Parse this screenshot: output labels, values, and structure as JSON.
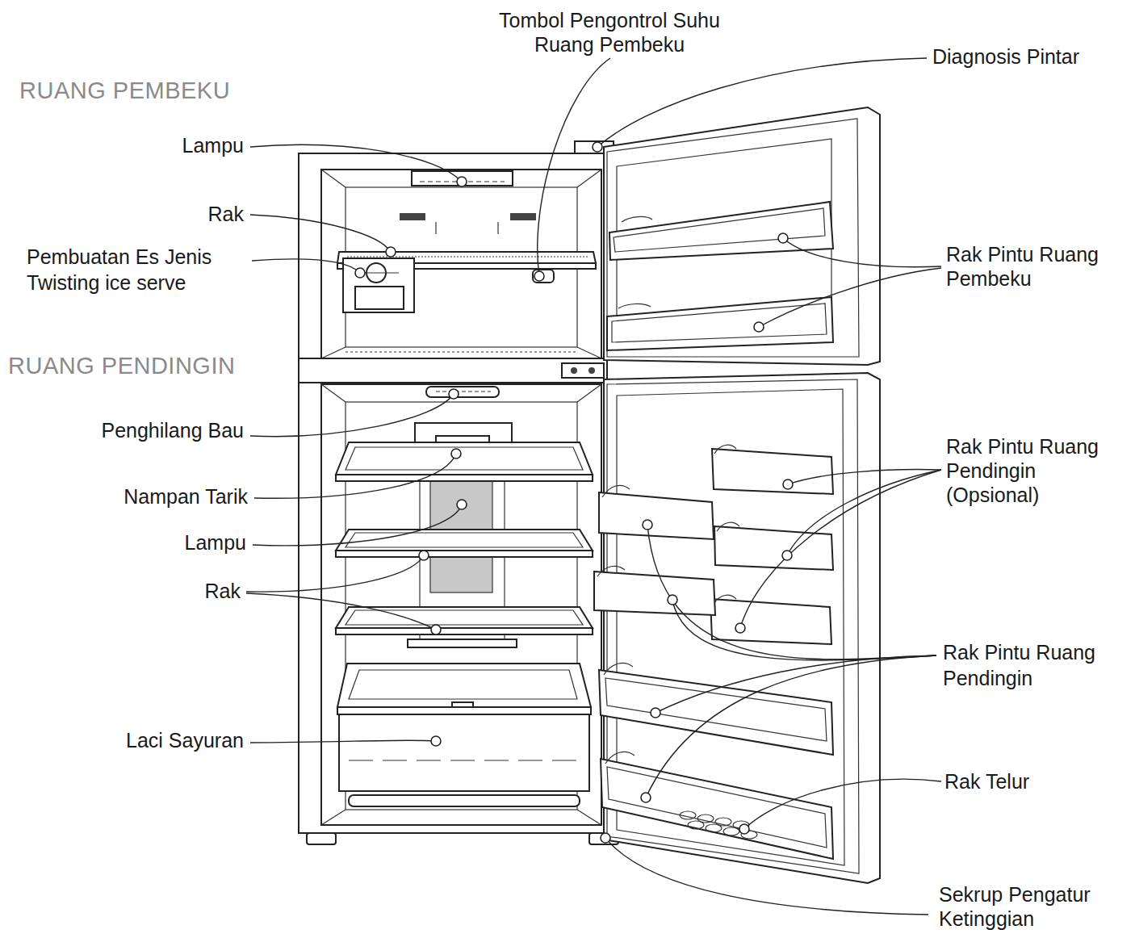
{
  "diagram": {
    "labels": [
      "Tombol Pengontrol Suhu Ruang Pembeku",
      "Diagnosis Pintar",
      "RUANG PEMBEKU",
      "Lampu",
      "Rak",
      "Pembuatan Es Jenis Twisting ice serve",
      "Rak Pintu Ruang Pembeku",
      "RUANG PENDINGIN",
      "Penghilang Bau",
      "Rak Pintu Ruang Pendingin (Opsional)",
      "Nampan Tarik",
      "Lampu",
      "Rak",
      "Rak Pintu Ruang Pendingin",
      "Laci Sayuran",
      "Rak Telur",
      "Sekrup Pengatur Ketinggian"
    ]
  }
}
